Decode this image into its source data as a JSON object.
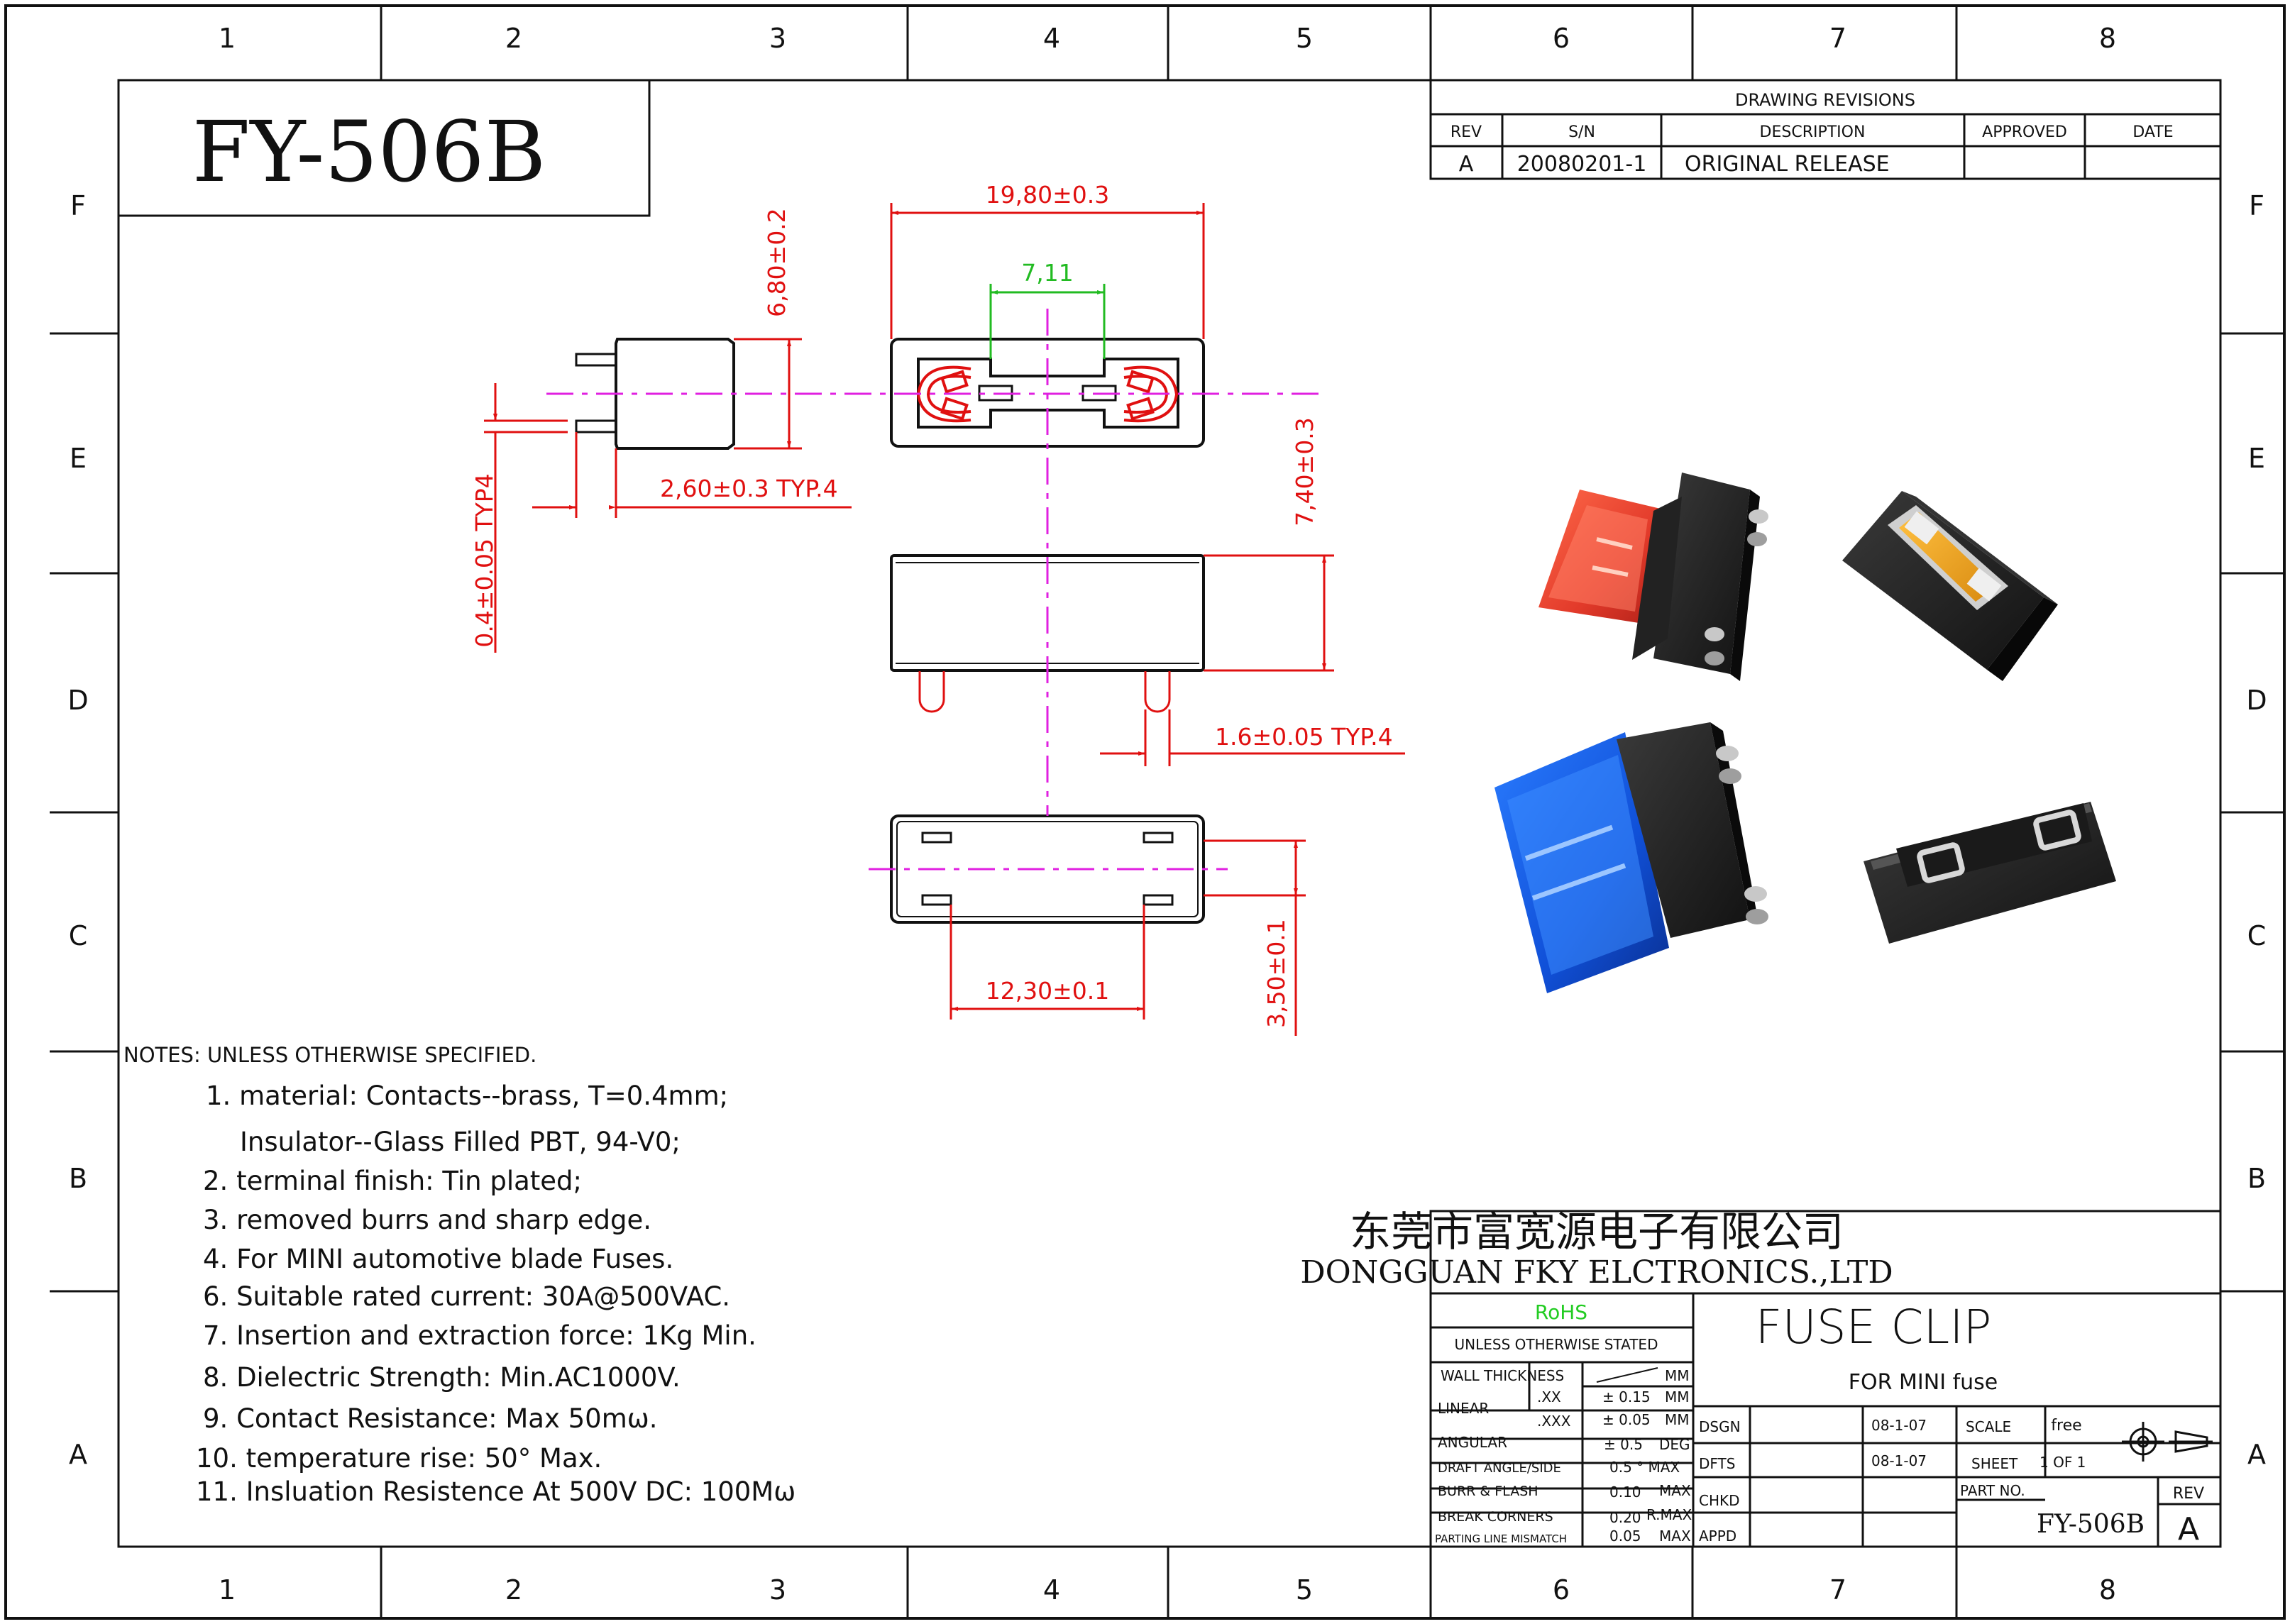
{
  "zone_columns": [
    "1",
    "2",
    "3",
    "4",
    "5",
    "6",
    "7",
    "8"
  ],
  "zone_rows": [
    "F",
    "E",
    "D",
    "C",
    "B",
    "A"
  ],
  "part_number_title": "FY-506B",
  "revisions": {
    "heading": "DRAWING REVISIONS",
    "columns": [
      "REV",
      "S/N",
      "DESCRIPTION",
      "APPROVED",
      "DATE"
    ],
    "rows": [
      {
        "rev": "A",
        "sn": "20080201-1",
        "description": "ORIGINAL RELEASE",
        "approved": "",
        "date": ""
      }
    ]
  },
  "dimensions": {
    "length": "19,80±0.3",
    "center_gap": "7,11",
    "height_top": "6,80±0.2",
    "terminal_offset": "2,60±0.3 TYP.4",
    "terminal_thickness": "0.4±0.05 TYP4",
    "body_height": "7,40±0.3",
    "pin_width": "1.6±0.05 TYP.4",
    "pin_pitch": "12,30±0.1",
    "row_pitch": "3,50±0.1"
  },
  "notes": {
    "header": "NOTES:  UNLESS  OTHERWISE  SPECIFIED.",
    "items": [
      "1. material: Contacts--brass, T=0.4mm;",
      "Insulator--Glass Filled PBT, 94-V0;",
      "2. terminal finish: Tin plated;",
      "3. removed burrs and sharp edge.",
      "4. For MINI automotive blade Fuses.",
      "6. Suitable rated current: 30A@500VAC.",
      "7. Insertion and extraction force: 1Kg Min.",
      "8. Dielectric Strength: Min.AC1000V.",
      "9. Contact Resistance: Max 50mω.",
      "10. temperature rise: 50° Max.",
      "11. Insluation Resistence At 500V DC: 100Mω"
    ]
  },
  "title_block": {
    "company_cn": "东莞市富宽源电子有限公司",
    "company_en": "DONGGUAN FKY ELCTRONICS.,LTD",
    "rohs": "RoHS",
    "unless": "UNLESS OTHERWISE STATED",
    "title": "FUSE  CLIP",
    "subtitle": "FOR MINI fuse",
    "wall_thickness": "WALL THICKNESS",
    "mm": "MM",
    "linear": "LINEAR",
    "xx": ".XX",
    "xx_tol": "± 0.15",
    "xxx": ".XXX",
    "xxx_tol": "± 0.05",
    "angular": "ANGULAR",
    "angular_tol": "± 0.5",
    "deg": "DEG",
    "draft": "DRAFT ANGLE/SIDE",
    "draft_val": "0.5  ° MAX",
    "burr": "BURR & FLASH",
    "burr_val": "0.10",
    "max": "MAX",
    "corners": "BREAK   CORNERS",
    "corners_val": "0.20",
    "rmax": "R.MAX",
    "parting": "PARTING LINE MISMATCH",
    "parting_val": "0.05",
    "dsgn": "DSGN",
    "dsgn_date": "08-1-07",
    "dfts": "DFTS",
    "dfts_date": "08-1-07",
    "chkd": "CHKD",
    "appd": "APPD",
    "scale_label": "SCALE",
    "scale_val": "free",
    "sheet_label": "SHEET",
    "sheet_val": "1  OF  1",
    "part_no_label": "PART NO.",
    "part_no": "FY-506B",
    "rev_label": "REV",
    "rev": "A"
  },
  "colors": {
    "outline": "#111111",
    "dimension": "#e01010",
    "centerline": "#e020e0",
    "highlight_dim": "#22bb22",
    "rohs": "#22cc22"
  }
}
